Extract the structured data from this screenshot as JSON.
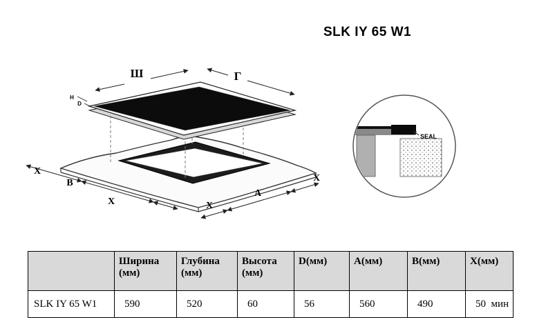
{
  "title": "SLK IY 65 W1",
  "diagram": {
    "labels": {
      "width": "Ш",
      "depth": "Г",
      "height": "H",
      "hole_d": "D",
      "x_left": "X",
      "b": "B",
      "x_bottom_left": "X",
      "x_bottom": "X",
      "a": "A",
      "x_right": "X",
      "seal": "SEAL"
    }
  },
  "table": {
    "headers": [
      "",
      "Ширина (мм)",
      "Глубина (мм)",
      "Высота (мм)",
      "D(мм)",
      "A(мм)",
      "B(мм)",
      "X(мм)"
    ],
    "row": {
      "model": "SLK IY 65 W1",
      "values": [
        "590",
        "520",
        "60",
        "56",
        "560",
        "490",
        "50  мин"
      ]
    }
  }
}
